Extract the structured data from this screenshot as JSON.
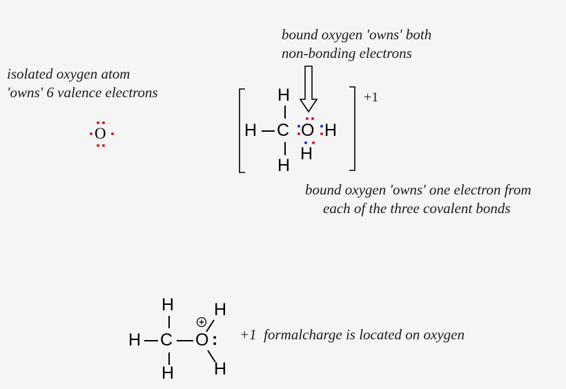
{
  "captions": {
    "isolated": [
      "isolated oxygen atom",
      "'owns' 6 valence electrons"
    ],
    "nonbonding": [
      "bound oxygen 'owns' both",
      "non-bonding electrons"
    ],
    "covalent": [
      "bound oxygen 'owns' one electron  from",
      "each of the three covalent bonds"
    ],
    "formal_charge": "+1  formalcharge is located on oxygen"
  },
  "isolated_atom": {
    "symbol": "O",
    "electron_color": "#e0141e"
  },
  "bracket_structure": {
    "atoms": {
      "c": "C",
      "o": "O",
      "h_left": "H",
      "h_top": "H",
      "h_bottom": "H",
      "h_right": "H",
      "h_below_o": "H"
    },
    "charge": "+1",
    "colors": {
      "oxygen_electrons": "#e0141e",
      "hydrogen_electrons": "#1a2fcf"
    }
  },
  "bottom_structure": {
    "atoms": {
      "c": "C",
      "o": "O",
      "h_left": "H",
      "h_top": "H",
      "h_bottom": "H",
      "h_o_top": "H",
      "h_o_bottom": "H"
    },
    "charge_symbol": "+",
    "lone_pair": ":"
  }
}
